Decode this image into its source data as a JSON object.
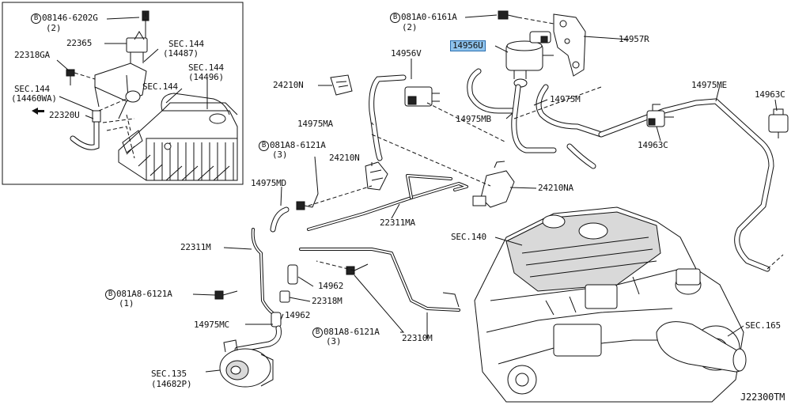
{
  "diagram_id": "J22300TM",
  "inset_labels": [
    {
      "id": "l-08146",
      "text": "08146-6202G",
      "sub": "(2)",
      "circled": "B"
    },
    {
      "id": "l-22365",
      "text": "22365"
    },
    {
      "id": "l-sec144-14487",
      "text": "SEC.144",
      "sub": "(14487)"
    },
    {
      "id": "l-22318GA",
      "text": "22318GA"
    },
    {
      "id": "l-sec144-14496",
      "text": "SEC.144",
      "sub": "(14496)"
    },
    {
      "id": "l-sec144-14460WA",
      "text": "SEC.144",
      "sub": "(14460WA)"
    },
    {
      "id": "l-sec144-plain",
      "text": "SEC.144"
    },
    {
      "id": "l-22320U",
      "text": "22320U"
    }
  ],
  "main_labels": [
    {
      "id": "l-081A0",
      "text": "081A0-6161A",
      "sub": "(2)",
      "circled": "B"
    },
    {
      "id": "l-14956U",
      "text": "14956U",
      "highlighted": true
    },
    {
      "id": "l-14957R",
      "text": "14957R"
    },
    {
      "id": "l-14956V",
      "text": "14956V"
    },
    {
      "id": "l-24210N-top",
      "text": "24210N"
    },
    {
      "id": "l-14975ME",
      "text": "14975ME"
    },
    {
      "id": "l-14963C-right",
      "text": "14963C"
    },
    {
      "id": "l-14975M",
      "text": "14975M"
    },
    {
      "id": "l-14975MA",
      "text": "14975MA"
    },
    {
      "id": "l-14975MB",
      "text": "14975MB"
    },
    {
      "id": "l-14963C-mid",
      "text": "14963C"
    },
    {
      "id": "l-081A8-top",
      "text": "081A8-6121A",
      "sub": "(3)",
      "circled": "B"
    },
    {
      "id": "l-24210N-mid",
      "text": "24210N"
    },
    {
      "id": "l-24210NA",
      "text": "24210NA"
    },
    {
      "id": "l-14975MD",
      "text": "14975MD"
    },
    {
      "id": "l-22311MA",
      "text": "22311MA"
    },
    {
      "id": "l-sec140",
      "text": "SEC.140"
    },
    {
      "id": "l-22311M",
      "text": "22311M"
    },
    {
      "id": "l-14962-a",
      "text": "14962"
    },
    {
      "id": "l-081A8-left",
      "text": "081A8-6121A",
      "sub": "(1)",
      "circled": "B"
    },
    {
      "id": "l-22318M",
      "text": "22318M"
    },
    {
      "id": "l-14962-b",
      "text": "14962"
    },
    {
      "id": "l-14975MC",
      "text": "14975MC"
    },
    {
      "id": "l-081A8-bottom",
      "text": "081A8-6121A",
      "sub": "(3)",
      "circled": "B"
    },
    {
      "id": "l-22310M",
      "text": "22310M"
    },
    {
      "id": "l-sec165",
      "text": "SEC.165"
    },
    {
      "id": "l-sec135",
      "text": "SEC.135",
      "sub": "(14682P)"
    }
  ],
  "colors": {
    "highlight": "#8fc3ec",
    "ink": "#111111"
  }
}
